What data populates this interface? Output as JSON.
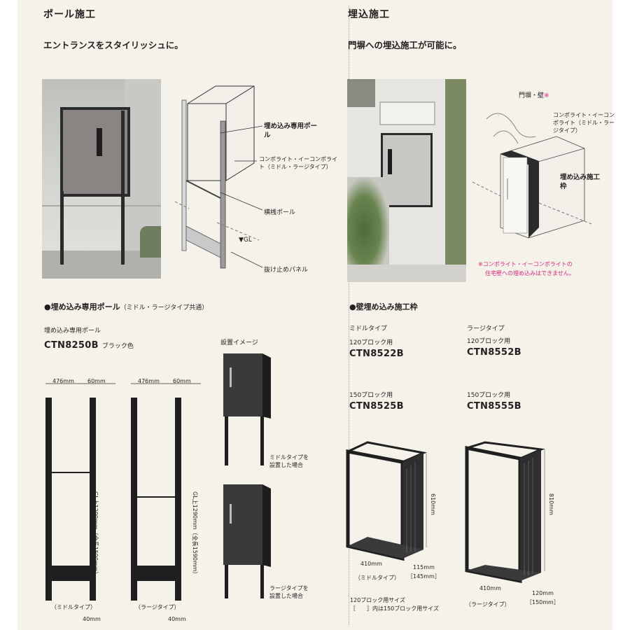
{
  "left": {
    "title": "ポール施工",
    "subtitle": "エントランスをスタイリッシュに。",
    "callouts": {
      "pole": "埋め込み専用ポール",
      "body": "コンポライト・イーコンポライト（ミドル・ラージタイプ）",
      "crossbar": "横桟ポール",
      "gl": "▼GL",
      "panel": "抜け止めパネル"
    },
    "section": {
      "bullet": "●埋め込み専用ポール",
      "bullet_note": "（ミドル・ラージタイプ共通）",
      "product_label": "埋め込み専用ポール",
      "code": "CTN8250B",
      "color": "ブラック色",
      "install_title": "設置イメージ",
      "install_middle": "ミドルタイプを設置した場合",
      "install_large": "ラージタイプを設置した場合",
      "dim_width": "476mm",
      "dim_pole": "60mm",
      "dim_height": "GL上1290mm（全長1590mm）",
      "dim_bottom": "40mm",
      "type_middle": "（ミドルタイプ）",
      "type_large": "（ラージタイプ）"
    }
  },
  "right": {
    "title": "埋込施工",
    "subtitle": "門塀への埋込施工が可能に。",
    "callouts": {
      "wall": "門塀・壁",
      "wall_mark": "※",
      "body": "コンポライト・イーコンポライト（ミドル・ラージタイプ）",
      "frame": "埋め込み施工枠"
    },
    "note_line1": "※コンポライト・イーコンポライトの",
    "note_line2": "住宅壁への埋め込みはできません。",
    "section": {
      "bullet": "●壁埋め込み施工枠",
      "middle_type": "ミドルタイプ",
      "large_type": "ラージタイプ",
      "b120": "120ブロック用",
      "b150": "150ブロック用",
      "code_m120": "CTN8522B",
      "code_l120": "CTN8552B",
      "code_m150": "CTN8525B",
      "code_l150": "CTN8555B",
      "m_height": "610mm",
      "m_width": "410mm",
      "m_depth": "115mm",
      "m_depth_alt": "［145mm］",
      "m_type": "（ミドルタイプ）",
      "l_height": "810mm",
      "l_width": "410mm",
      "l_depth": "120mm",
      "l_depth_alt": "［150mm］",
      "l_type": "（ラージタイプ）",
      "size_note1": "120ブロック用サイズ",
      "size_note2": "［　　］内は150ブロック用サイズ"
    }
  },
  "colors": {
    "background": "#f5f2e9",
    "pink": "#e0217d",
    "black": "#231f20"
  }
}
